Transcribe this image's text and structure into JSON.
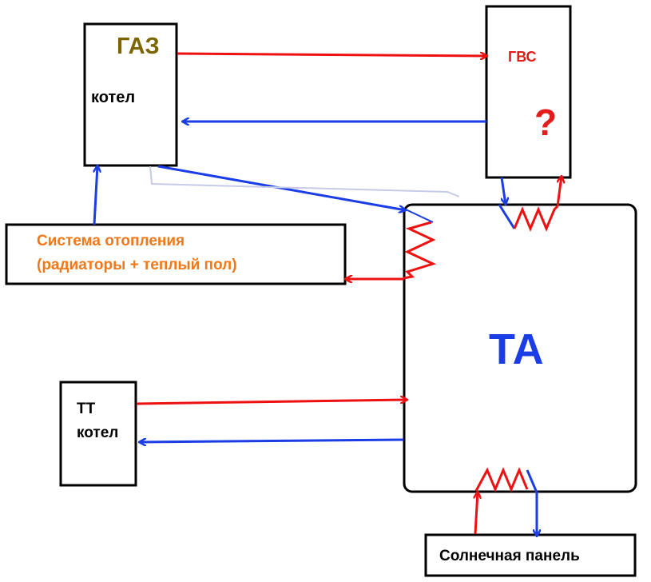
{
  "colors": {
    "hot": "#ee1111",
    "cold": "#1a3de6",
    "box": "#000000",
    "gas_label": "#7a6500",
    "gvs_label": "#e41b1b",
    "heating_label": "#f07818",
    "ta_label": "#1a3de6"
  },
  "nodes": {
    "gas_boiler": {
      "title": "ГАЗ",
      "subtitle": "котел"
    },
    "hot_water": {
      "title": "ГВС",
      "mark": "?"
    },
    "heating_system": {
      "line1": "Система отопления",
      "line2": "(радиаторы + теплый пол)"
    },
    "storage_tank": {
      "title": "ТА"
    },
    "solid_fuel_boiler": {
      "line1": "ТТ",
      "line2": "котел"
    },
    "solar_panel": {
      "title": "Солнечная панель"
    }
  },
  "connections": [
    {
      "from": "gas_boiler",
      "to": "hot_water",
      "kind": "hot"
    },
    {
      "from": "hot_water",
      "to": "gas_boiler",
      "kind": "cold"
    },
    {
      "from": "gas_boiler",
      "to": "storage_tank",
      "kind": "cold"
    },
    {
      "from": "heating_system",
      "to": "gas_boiler",
      "kind": "cold"
    },
    {
      "from": "storage_tank",
      "to": "heating_system",
      "kind": "hot"
    },
    {
      "from": "solid_fuel_boiler",
      "to": "storage_tank",
      "kind": "hot"
    },
    {
      "from": "storage_tank",
      "to": "solid_fuel_boiler",
      "kind": "cold"
    },
    {
      "from": "solar_panel",
      "to": "storage_tank",
      "kind": "hot"
    },
    {
      "from": "storage_tank",
      "to": "solar_panel",
      "kind": "cold"
    },
    {
      "from": "hot_water",
      "to": "storage_tank",
      "kind": "cold"
    },
    {
      "from": "storage_tank",
      "to": "hot_water",
      "kind": "hot"
    }
  ]
}
